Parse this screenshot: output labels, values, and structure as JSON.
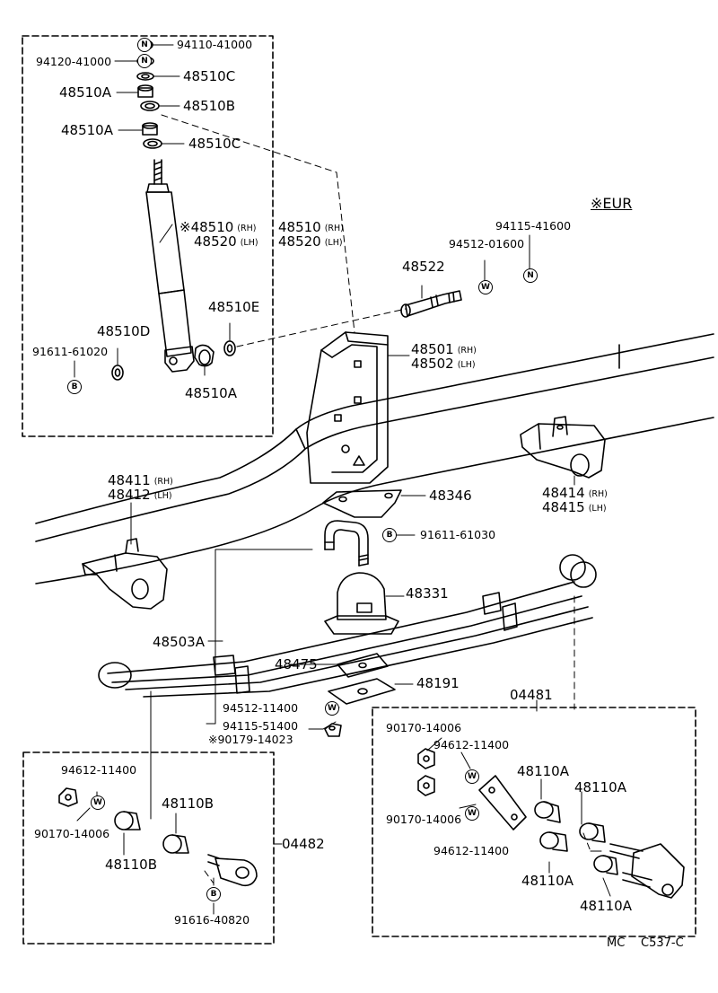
{
  "markers": {
    "n": "N",
    "w": "W",
    "b": "B",
    "asterisk": "※"
  },
  "region": "EUR",
  "drawing_code": {
    "mc": "MC",
    "code": "C537-C"
  },
  "parts": {
    "nut_top": "94110-41000",
    "washer_top": "94120-41000",
    "cushion_c_top": "48510C",
    "cushion_a_top": "48510A",
    "retainer_b": "48510B",
    "cushion_a_2": "48510A",
    "cushion_c_2": "48510C",
    "shock_rh_star": "48510",
    "shock_lh_star": "48520",
    "shock_rh": "48510",
    "shock_lh": "48520",
    "rh": "(RH)",
    "lh": "(LH)",
    "stud": "48522",
    "eur_nut": "94115-41600",
    "eur_washer": "94512-01600",
    "washer_e": "48510E",
    "bush_d": "48510D",
    "bolt_lower": "91611-61020",
    "bush_a_lower": "48510A",
    "bracket_rh": "48501",
    "bracket_lh": "48502",
    "hanger_front_rh": "48411",
    "hanger_front_lh": "48412",
    "plate_48346": "48346",
    "hanger_rear_rh": "48414",
    "hanger_rear_lh": "48415",
    "bolt_61030": "91611-61030",
    "bumper": "48331",
    "spring": "48503A",
    "seat_48475": "48475",
    "plate_48191": "48191",
    "washer_11400": "94512-11400",
    "nut_51400": "94115-51400",
    "nut_14023": "90179-14023",
    "shackle_kit": "04481",
    "pin_kit": "04482",
    "r_nut_1": "90170-14006",
    "r_washer_1": "94612-11400",
    "r_nut_2": "90170-14006",
    "r_washer_2": "94612-11400",
    "r_bush_1": "48110A",
    "r_bush_2": "48110A",
    "r_bush_3": "48110A",
    "r_bush_4": "48110A",
    "l_washer": "94612-11400",
    "l_nut": "90170-14006",
    "l_bush_b1": "48110B",
    "l_bush_b2": "48110B",
    "l_bolt": "91616-40820"
  }
}
